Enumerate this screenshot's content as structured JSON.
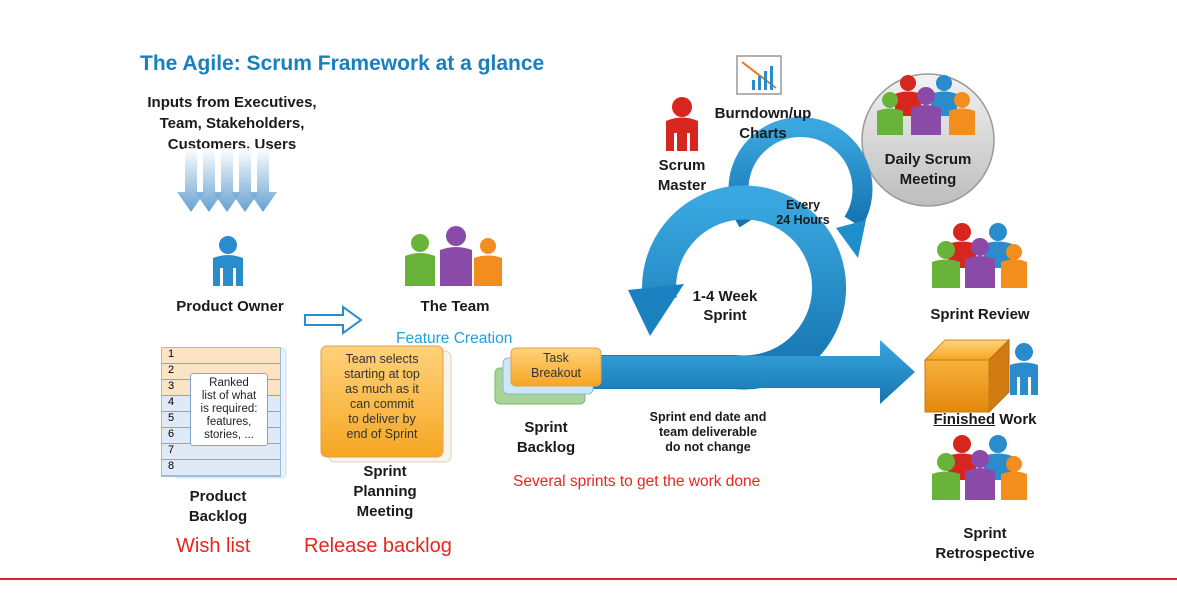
{
  "title": "The Agile: Scrum Framework at a glance",
  "inputs": [
    "Inputs from Executives,",
    "Team, Stakeholders,",
    "Customers, Users"
  ],
  "product_owner": "Product Owner",
  "the_team": "The Team",
  "feature_creation": "Feature Creation",
  "scrum_master": [
    "Scrum",
    "Master"
  ],
  "burndown": [
    "Burndown/up",
    "Charts"
  ],
  "daily_scrum": [
    "Daily Scrum",
    "Meeting"
  ],
  "every_24": [
    "Every",
    "24 Hours"
  ],
  "sprint_cycle": [
    "1-4 Week",
    "Sprint"
  ],
  "sprint_review": "Sprint Review",
  "finished_work": {
    "underlined": "Finished",
    "rest": " Work"
  },
  "sprint_retrospective": [
    "Sprint",
    "Retrospective"
  ],
  "product_backlog": {
    "rows": [
      "1",
      "2",
      "3",
      "4",
      "5",
      "6",
      "7",
      "8"
    ],
    "note": [
      "Ranked",
      "list of what",
      "is required:",
      "features,",
      "stories, ..."
    ],
    "label": [
      "Product",
      "Backlog"
    ]
  },
  "sprint_planning": {
    "note": [
      "Team selects",
      "starting at top",
      "as much as it",
      "can commit",
      "to deliver by",
      "end of Sprint"
    ],
    "label": [
      "Sprint",
      "Planning",
      "Meeting"
    ]
  },
  "task_breakout": [
    "Task",
    "Breakout"
  ],
  "sprint_backlog": [
    "Sprint",
    "Backlog"
  ],
  "sprint_end_note": [
    "Sprint end date and",
    "team deliverable",
    "do not change"
  ],
  "wish_list": "Wish list",
  "release_backlog": "Release backlog",
  "several_sprints": "Several sprints to get the work done",
  "colors": {
    "title_blue": "#1a7fbf",
    "annotation_red": "#e8261d",
    "arrow_blue": "#1f8fcc",
    "note_orange": "#f6c27a",
    "rule_red": "#d8262e"
  }
}
